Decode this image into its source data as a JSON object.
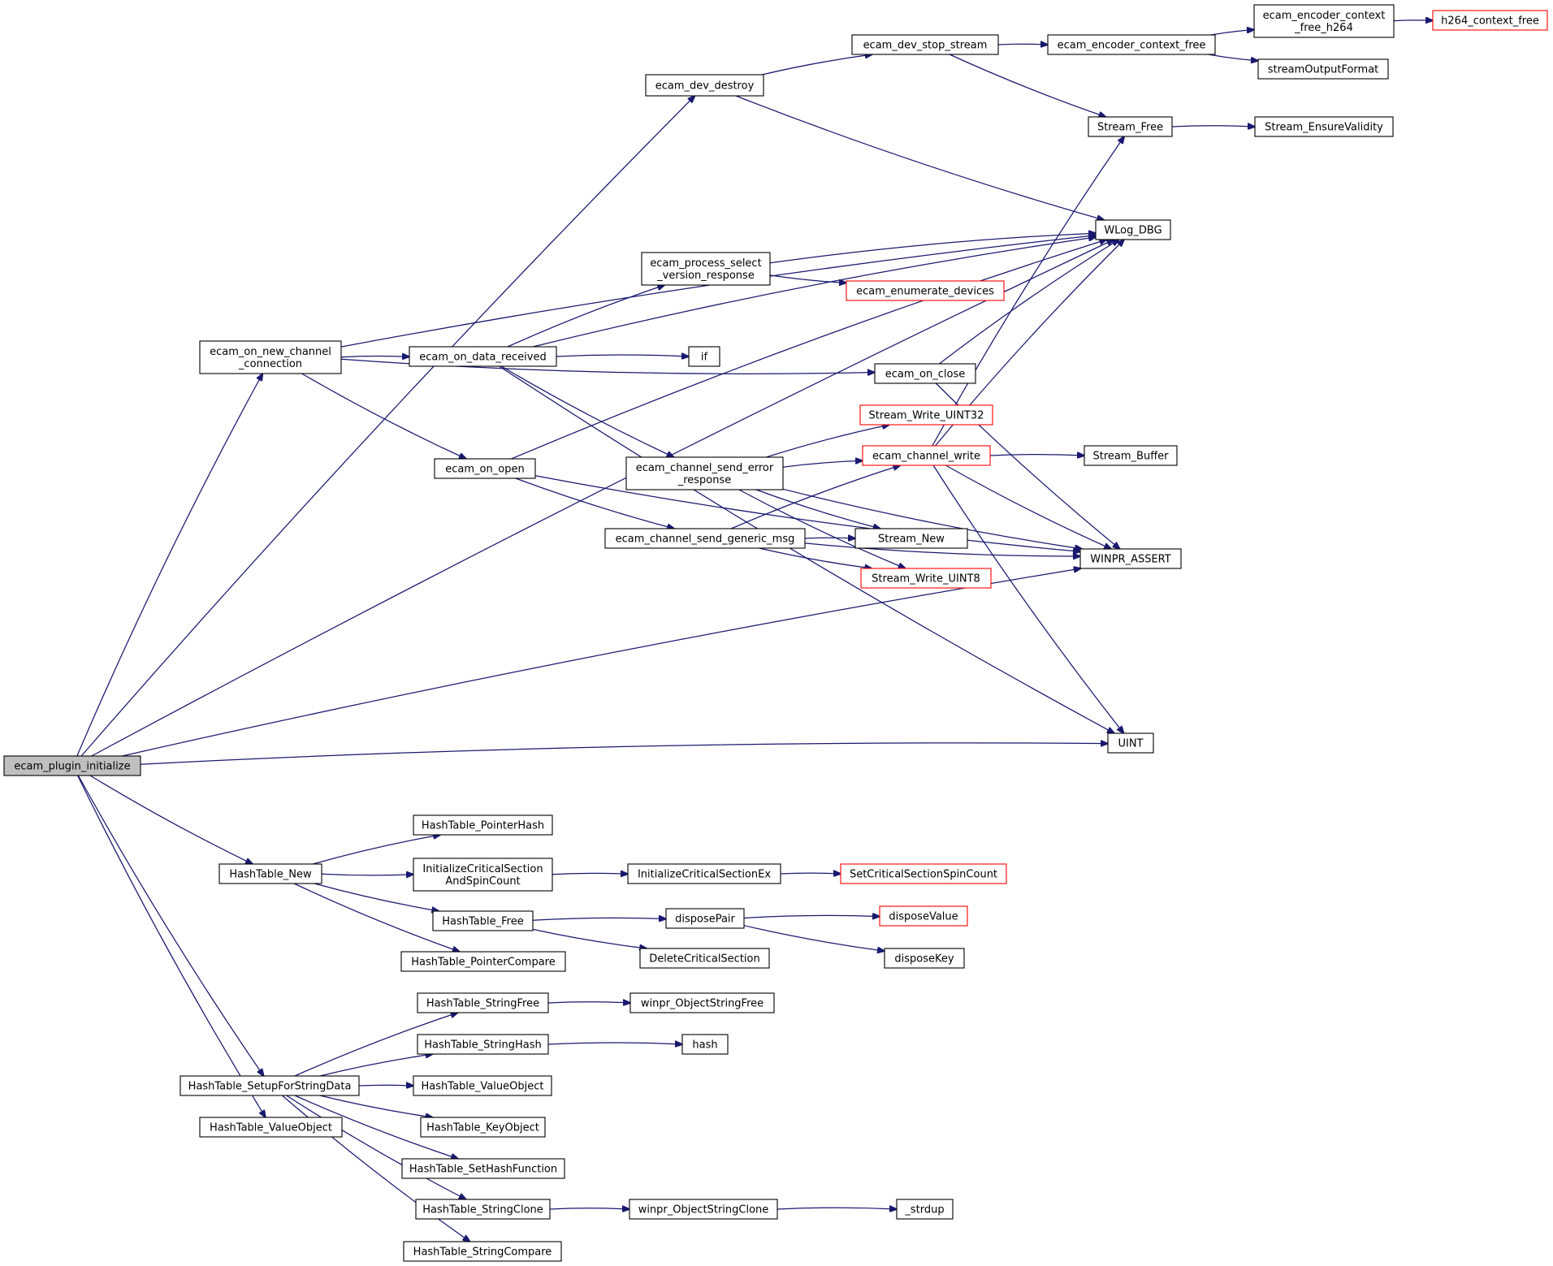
{
  "diagram": {
    "type": "call-graph",
    "colors": {
      "edge": "#191970",
      "node_border": "#000000",
      "external_node_border": "#ff0000",
      "root_fill": "#bfbfbf"
    },
    "nodes": [
      {
        "id": "ecam_plugin_initialize",
        "lines": [
          "ecam_plugin_initialize"
        ],
        "root": true
      },
      {
        "id": "ecam_dev_destroy",
        "lines": [
          "ecam_dev_destroy"
        ]
      },
      {
        "id": "ecam_dev_stop_stream",
        "lines": [
          "ecam_dev_stop_stream"
        ]
      },
      {
        "id": "ecam_encoder_context_free",
        "lines": [
          "ecam_encoder_context_free"
        ]
      },
      {
        "id": "ecam_encoder_context_free_h264",
        "lines": [
          "ecam_encoder_context",
          "_free_h264"
        ]
      },
      {
        "id": "h264_context_free",
        "lines": [
          "h264_context_free"
        ],
        "external": true
      },
      {
        "id": "streamOutputFormat",
        "lines": [
          "streamOutputFormat"
        ]
      },
      {
        "id": "Stream_Free",
        "lines": [
          "Stream_Free"
        ]
      },
      {
        "id": "Stream_EnsureValidity",
        "lines": [
          "Stream_EnsureValidity"
        ]
      },
      {
        "id": "WLog_DBG",
        "lines": [
          "WLog_DBG"
        ]
      },
      {
        "id": "ecam_process_select_version_response",
        "lines": [
          "ecam_process_select",
          "_version_response"
        ]
      },
      {
        "id": "ecam_enumerate_devices",
        "lines": [
          "ecam_enumerate_devices"
        ],
        "external": true
      },
      {
        "id": "ecam_on_new_channel_connection",
        "lines": [
          "ecam_on_new_channel",
          "_connection"
        ]
      },
      {
        "id": "ecam_on_data_received",
        "lines": [
          "ecam_on_data_received"
        ]
      },
      {
        "id": "if",
        "lines": [
          "if"
        ]
      },
      {
        "id": "ecam_on_close",
        "lines": [
          "ecam_on_close"
        ]
      },
      {
        "id": "Stream_Write_UINT32",
        "lines": [
          "Stream_Write_UINT32"
        ],
        "external": true
      },
      {
        "id": "ecam_on_open",
        "lines": [
          "ecam_on_open"
        ]
      },
      {
        "id": "ecam_channel_send_error_response",
        "lines": [
          "ecam_channel_send_error",
          "_response"
        ]
      },
      {
        "id": "ecam_channel_write",
        "lines": [
          "ecam_channel_write"
        ],
        "external": true
      },
      {
        "id": "Stream_Buffer",
        "lines": [
          "Stream_Buffer"
        ]
      },
      {
        "id": "ecam_channel_send_generic_msg",
        "lines": [
          "ecam_channel_send_generic_msg"
        ]
      },
      {
        "id": "Stream_New",
        "lines": [
          "Stream_New"
        ]
      },
      {
        "id": "WINPR_ASSERT",
        "lines": [
          "WINPR_ASSERT"
        ]
      },
      {
        "id": "Stream_Write_UINT8",
        "lines": [
          "Stream_Write_UINT8"
        ],
        "external": true
      },
      {
        "id": "UINT",
        "lines": [
          "UINT"
        ]
      },
      {
        "id": "HashTable_PointerHash",
        "lines": [
          "HashTable_PointerHash"
        ]
      },
      {
        "id": "HashTable_New",
        "lines": [
          "HashTable_New"
        ]
      },
      {
        "id": "InitializeCriticalSectionAndSpinCount",
        "lines": [
          "InitializeCriticalSection",
          "AndSpinCount"
        ]
      },
      {
        "id": "InitializeCriticalSectionEx",
        "lines": [
          "InitializeCriticalSectionEx"
        ]
      },
      {
        "id": "SetCriticalSectionSpinCount",
        "lines": [
          "SetCriticalSectionSpinCount"
        ],
        "external": true
      },
      {
        "id": "HashTable_Free",
        "lines": [
          "HashTable_Free"
        ]
      },
      {
        "id": "disposePair",
        "lines": [
          "disposePair"
        ]
      },
      {
        "id": "disposeValue",
        "lines": [
          "disposeValue"
        ],
        "external": true
      },
      {
        "id": "HashTable_PointerCompare",
        "lines": [
          "HashTable_PointerCompare"
        ]
      },
      {
        "id": "DeleteCriticalSection",
        "lines": [
          "DeleteCriticalSection"
        ]
      },
      {
        "id": "disposeKey",
        "lines": [
          "disposeKey"
        ]
      },
      {
        "id": "HashTable_StringFree",
        "lines": [
          "HashTable_StringFree"
        ]
      },
      {
        "id": "winpr_ObjectStringFree",
        "lines": [
          "winpr_ObjectStringFree"
        ]
      },
      {
        "id": "HashTable_StringHash",
        "lines": [
          "HashTable_StringHash"
        ]
      },
      {
        "id": "hash",
        "lines": [
          "hash"
        ]
      },
      {
        "id": "HashTable_SetupForStringData",
        "lines": [
          "HashTable_SetupForStringData"
        ]
      },
      {
        "id": "HashTable_ValueObject_a",
        "lines": [
          "HashTable_ValueObject"
        ]
      },
      {
        "id": "HashTable_KeyObject",
        "lines": [
          "HashTable_KeyObject"
        ]
      },
      {
        "id": "HashTable_ValueObject_b",
        "lines": [
          "HashTable_ValueObject"
        ]
      },
      {
        "id": "HashTable_SetHashFunction",
        "lines": [
          "HashTable_SetHashFunction"
        ]
      },
      {
        "id": "HashTable_StringClone",
        "lines": [
          "HashTable_StringClone"
        ]
      },
      {
        "id": "winpr_ObjectStringClone",
        "lines": [
          "winpr_ObjectStringClone"
        ]
      },
      {
        "id": "_strdup",
        "lines": [
          "_strdup"
        ]
      },
      {
        "id": "HashTable_StringCompare",
        "lines": [
          "HashTable_StringCompare"
        ]
      }
    ],
    "edges": [
      [
        "ecam_plugin_initialize",
        "ecam_dev_destroy"
      ],
      [
        "ecam_plugin_initialize",
        "WLog_DBG"
      ],
      [
        "ecam_plugin_initialize",
        "ecam_on_new_channel_connection"
      ],
      [
        "ecam_plugin_initialize",
        "WINPR_ASSERT"
      ],
      [
        "ecam_plugin_initialize",
        "UINT"
      ],
      [
        "ecam_plugin_initialize",
        "HashTable_New"
      ],
      [
        "ecam_plugin_initialize",
        "HashTable_SetupForStringData"
      ],
      [
        "ecam_plugin_initialize",
        "HashTable_ValueObject_b"
      ],
      [
        "ecam_dev_destroy",
        "ecam_dev_stop_stream"
      ],
      [
        "ecam_dev_destroy",
        "WLog_DBG"
      ],
      [
        "ecam_dev_stop_stream",
        "ecam_encoder_context_free"
      ],
      [
        "ecam_dev_stop_stream",
        "Stream_Free"
      ],
      [
        "ecam_encoder_context_free",
        "ecam_encoder_context_free_h264"
      ],
      [
        "ecam_encoder_context_free",
        "streamOutputFormat"
      ],
      [
        "ecam_encoder_context_free_h264",
        "h264_context_free"
      ],
      [
        "Stream_Free",
        "Stream_EnsureValidity"
      ],
      [
        "ecam_on_new_channel_connection",
        "WLog_DBG"
      ],
      [
        "ecam_on_new_channel_connection",
        "ecam_on_data_received"
      ],
      [
        "ecam_on_new_channel_connection",
        "ecam_on_close"
      ],
      [
        "ecam_on_new_channel_connection",
        "ecam_on_open"
      ],
      [
        "ecam_on_data_received",
        "WLog_DBG"
      ],
      [
        "ecam_on_data_received",
        "ecam_process_select_version_response"
      ],
      [
        "ecam_on_data_received",
        "if"
      ],
      [
        "ecam_on_data_received",
        "ecam_channel_send_error_response"
      ],
      [
        "ecam_on_data_received",
        "UINT"
      ],
      [
        "ecam_process_select_version_response",
        "WLog_DBG"
      ],
      [
        "ecam_process_select_version_response",
        "ecam_enumerate_devices"
      ],
      [
        "ecam_on_close",
        "WLog_DBG"
      ],
      [
        "ecam_on_close",
        "WINPR_ASSERT"
      ],
      [
        "ecam_on_open",
        "WLog_DBG"
      ],
      [
        "ecam_on_open",
        "ecam_channel_send_generic_msg"
      ],
      [
        "ecam_on_open",
        "WINPR_ASSERT"
      ],
      [
        "ecam_channel_send_error_response",
        "Stream_Write_UINT32"
      ],
      [
        "ecam_channel_send_error_response",
        "ecam_channel_write"
      ],
      [
        "ecam_channel_send_error_response",
        "Stream_New"
      ],
      [
        "ecam_channel_send_error_response",
        "Stream_Write_UINT8"
      ],
      [
        "ecam_channel_send_error_response",
        "WINPR_ASSERT"
      ],
      [
        "ecam_channel_write",
        "Stream_Free"
      ],
      [
        "ecam_channel_write",
        "WLog_DBG"
      ],
      [
        "ecam_channel_write",
        "Stream_Buffer"
      ],
      [
        "ecam_channel_write",
        "WINPR_ASSERT"
      ],
      [
        "ecam_channel_write",
        "UINT"
      ],
      [
        "ecam_channel_send_generic_msg",
        "ecam_channel_write"
      ],
      [
        "ecam_channel_send_generic_msg",
        "Stream_New"
      ],
      [
        "ecam_channel_send_generic_msg",
        "Stream_Write_UINT8"
      ],
      [
        "ecam_channel_send_generic_msg",
        "WINPR_ASSERT"
      ],
      [
        "HashTable_New",
        "HashTable_PointerHash"
      ],
      [
        "HashTable_New",
        "InitializeCriticalSectionAndSpinCount"
      ],
      [
        "HashTable_New",
        "HashTable_Free"
      ],
      [
        "HashTable_New",
        "HashTable_PointerCompare"
      ],
      [
        "InitializeCriticalSectionAndSpinCount",
        "InitializeCriticalSectionEx"
      ],
      [
        "InitializeCriticalSectionEx",
        "SetCriticalSectionSpinCount"
      ],
      [
        "HashTable_Free",
        "disposePair"
      ],
      [
        "HashTable_Free",
        "DeleteCriticalSection"
      ],
      [
        "disposePair",
        "disposeValue"
      ],
      [
        "disposePair",
        "disposeKey"
      ],
      [
        "HashTable_StringFree",
        "winpr_ObjectStringFree"
      ],
      [
        "HashTable_StringHash",
        "hash"
      ],
      [
        "HashTable_SetupForStringData",
        "HashTable_StringFree"
      ],
      [
        "HashTable_SetupForStringData",
        "HashTable_StringHash"
      ],
      [
        "HashTable_SetupForStringData",
        "HashTable_ValueObject_a"
      ],
      [
        "HashTable_SetupForStringData",
        "HashTable_KeyObject"
      ],
      [
        "HashTable_SetupForStringData",
        "HashTable_SetHashFunction"
      ],
      [
        "HashTable_SetupForStringData",
        "HashTable_StringClone"
      ],
      [
        "HashTable_SetupForStringData",
        "HashTable_StringCompare"
      ],
      [
        "HashTable_StringClone",
        "winpr_ObjectStringClone"
      ],
      [
        "winpr_ObjectStringClone",
        "_strdup"
      ]
    ]
  }
}
